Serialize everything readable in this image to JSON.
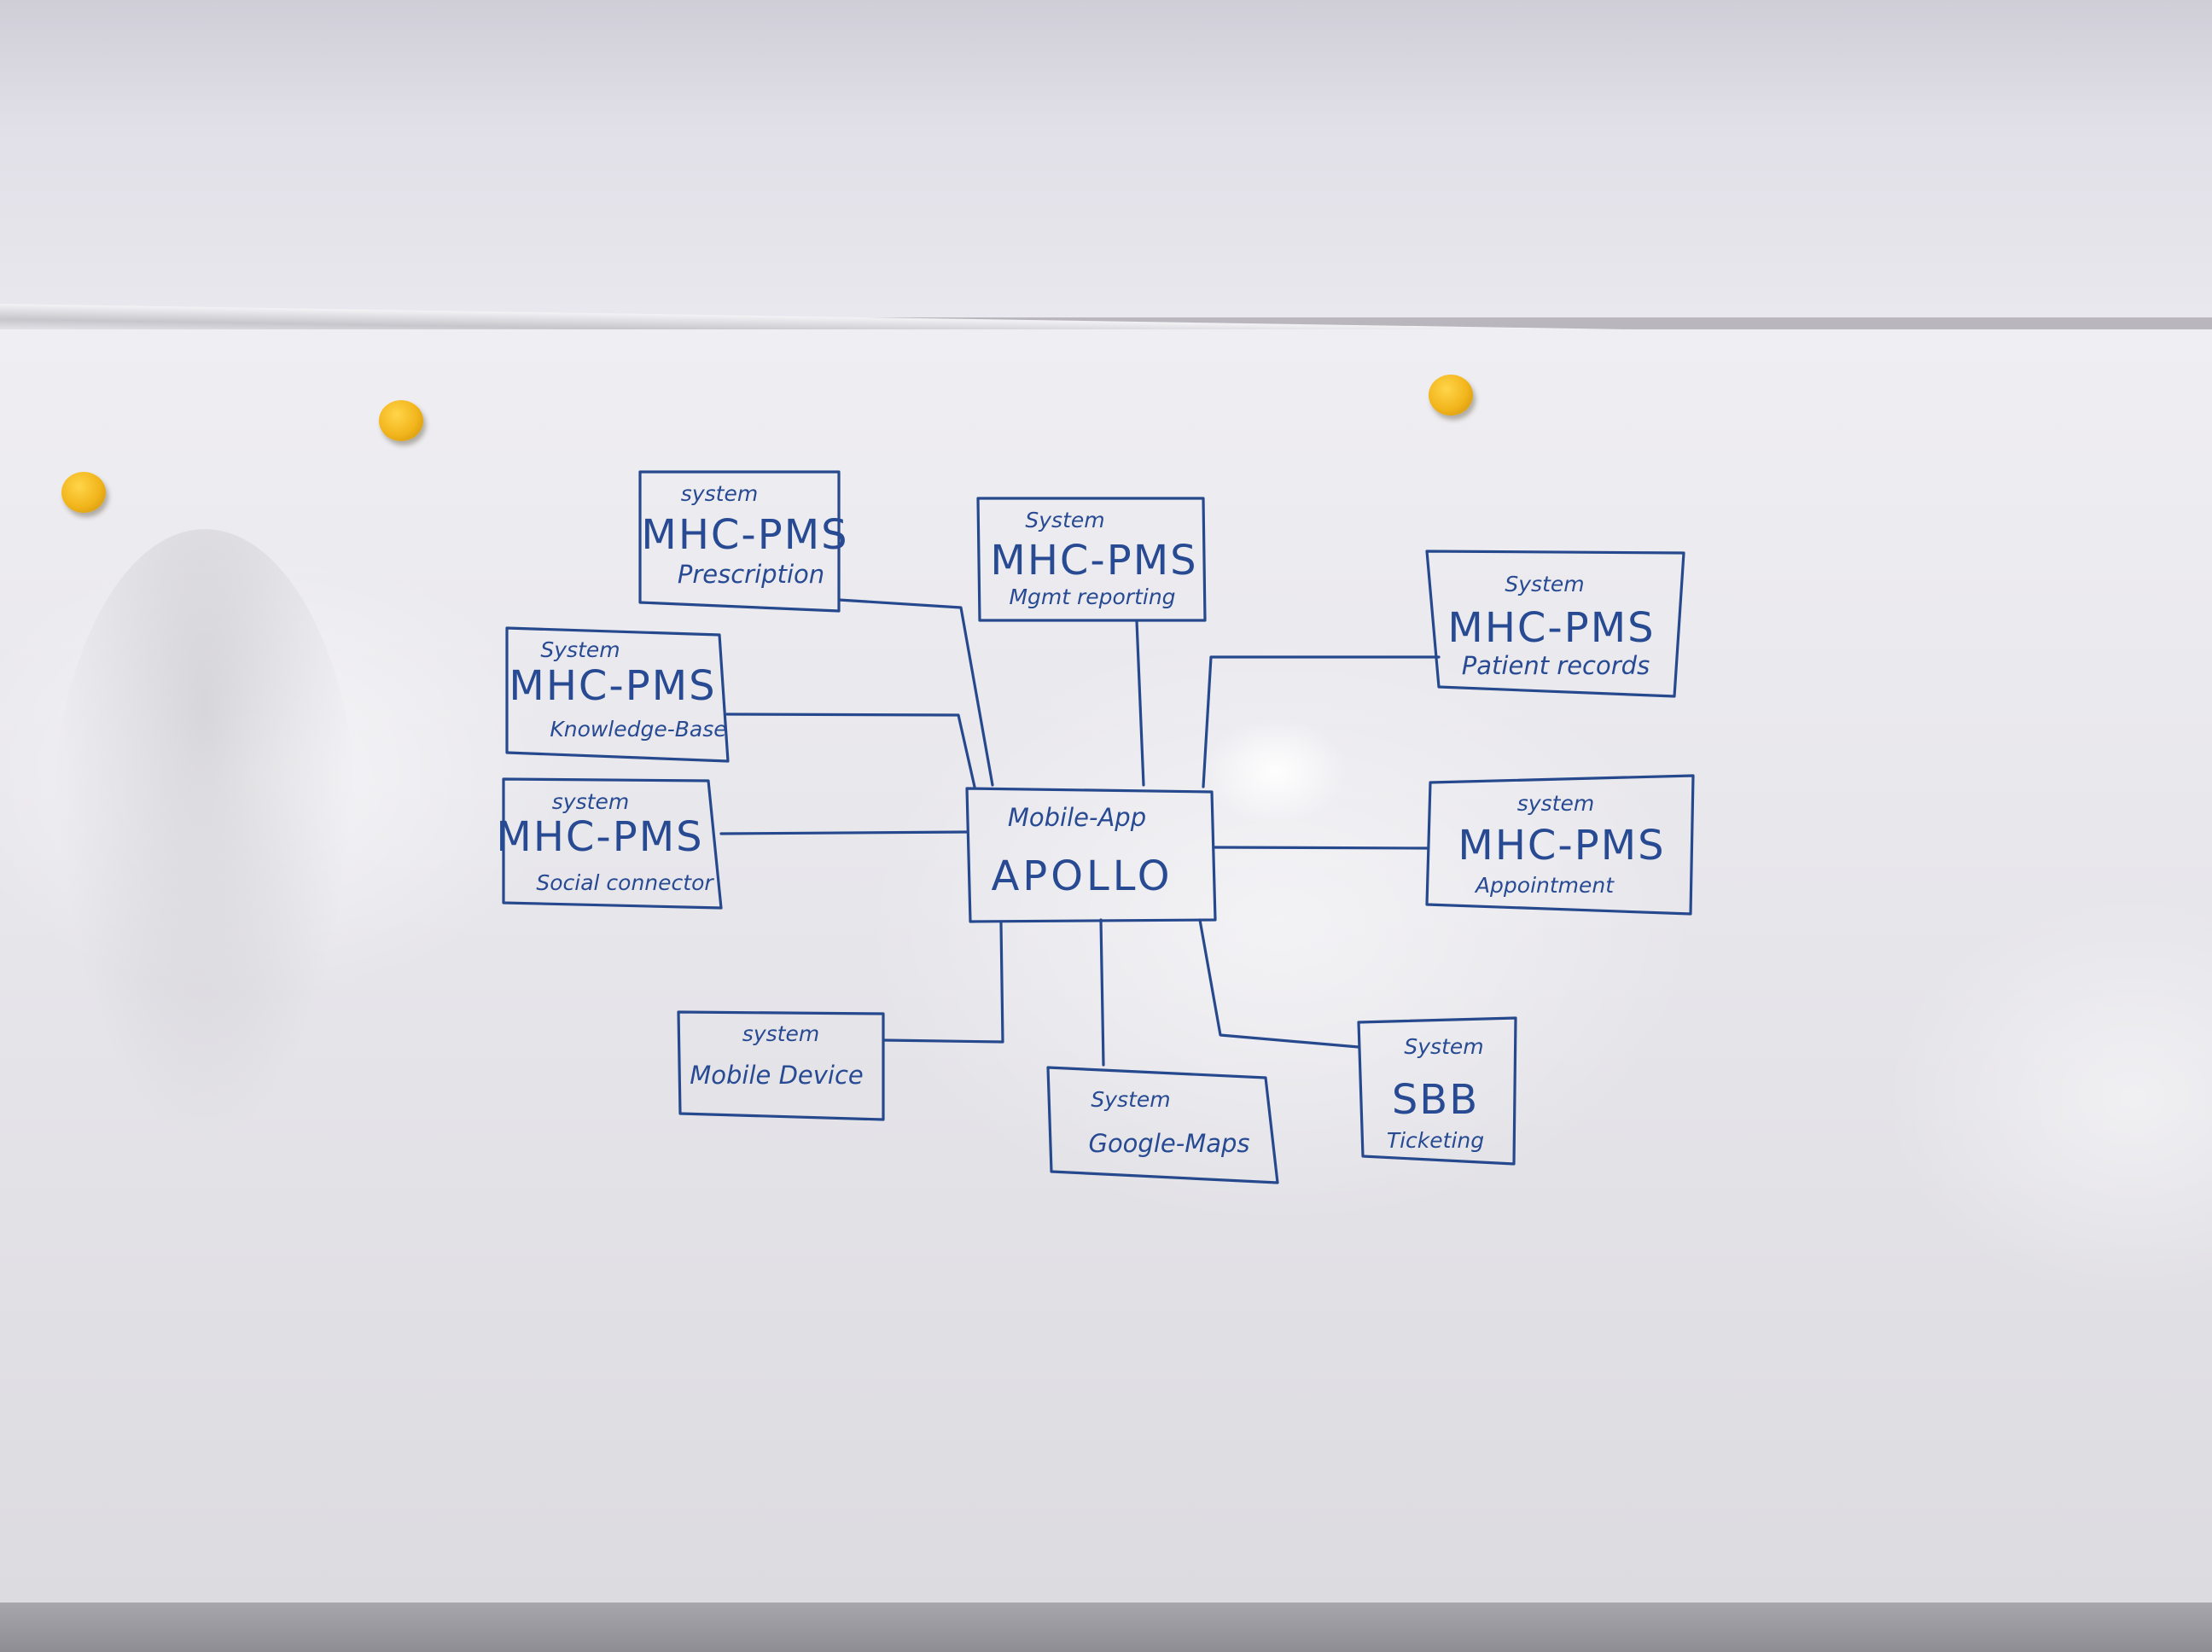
{
  "diagram": {
    "center": {
      "id": "apollo",
      "type_label": "Mobile-App",
      "name": "APOLLO"
    },
    "nodes": [
      {
        "id": "prescription",
        "type_label": "system",
        "title": "MHC-PMS",
        "subtitle": "Prescription"
      },
      {
        "id": "mgmt",
        "type_label": "System",
        "title": "MHC-PMS",
        "subtitle": "Mgmt reporting"
      },
      {
        "id": "patient",
        "type_label": "System",
        "title": "MHC-PMS",
        "subtitle": "Patient records"
      },
      {
        "id": "knowledge",
        "type_label": "System",
        "title": "MHC-PMS",
        "subtitle": "Knowledge-Base"
      },
      {
        "id": "social",
        "type_label": "system",
        "title": "MHC-PMS",
        "subtitle": "Social connector"
      },
      {
        "id": "appointment",
        "type_label": "system",
        "title": "MHC-PMS",
        "subtitle": "Appointment"
      },
      {
        "id": "device",
        "type_label": "system",
        "title": "",
        "subtitle": "Mobile Device"
      },
      {
        "id": "maps",
        "type_label": "System",
        "title": "",
        "subtitle": "Google-Maps"
      },
      {
        "id": "sbb",
        "type_label": "System",
        "title": "SBB",
        "subtitle": "Ticketing"
      }
    ],
    "edges": [
      {
        "from": "apollo",
        "to": "prescription"
      },
      {
        "from": "apollo",
        "to": "mgmt"
      },
      {
        "from": "apollo",
        "to": "patient"
      },
      {
        "from": "apollo",
        "to": "knowledge"
      },
      {
        "from": "apollo",
        "to": "social"
      },
      {
        "from": "apollo",
        "to": "appointment"
      },
      {
        "from": "apollo",
        "to": "device"
      },
      {
        "from": "apollo",
        "to": "maps"
      },
      {
        "from": "apollo",
        "to": "sbb"
      }
    ],
    "ink_color": "#26498e"
  }
}
